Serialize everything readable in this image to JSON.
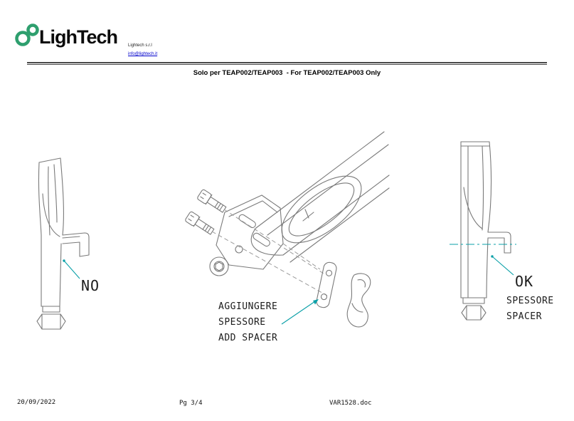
{
  "header": {
    "logo_text": "LighTech",
    "company_name": "Lightech s.r.l",
    "email": "info@lightech.it"
  },
  "title": "Solo per TEAP002/TEAP003  - For TEAP002/TEAP003 Only",
  "panels": {
    "left": {
      "label": "NO"
    },
    "center": {
      "lines": [
        "AGGIUNGERE",
        "SPESSORE",
        "ADD SPACER"
      ]
    },
    "right": {
      "label": "OK",
      "sub_lines": [
        "SPESSORE",
        "SPACER"
      ]
    }
  },
  "footer": {
    "date": "20/09/2022",
    "page": "Pg 3/4",
    "doc_name": "VAR1528.doc"
  },
  "colors": {
    "accent_teal": "#0AA0A8",
    "logo_green": "#2E9F6E",
    "link_blue": "#0000CC",
    "line_gray": "#7A7A7A"
  }
}
